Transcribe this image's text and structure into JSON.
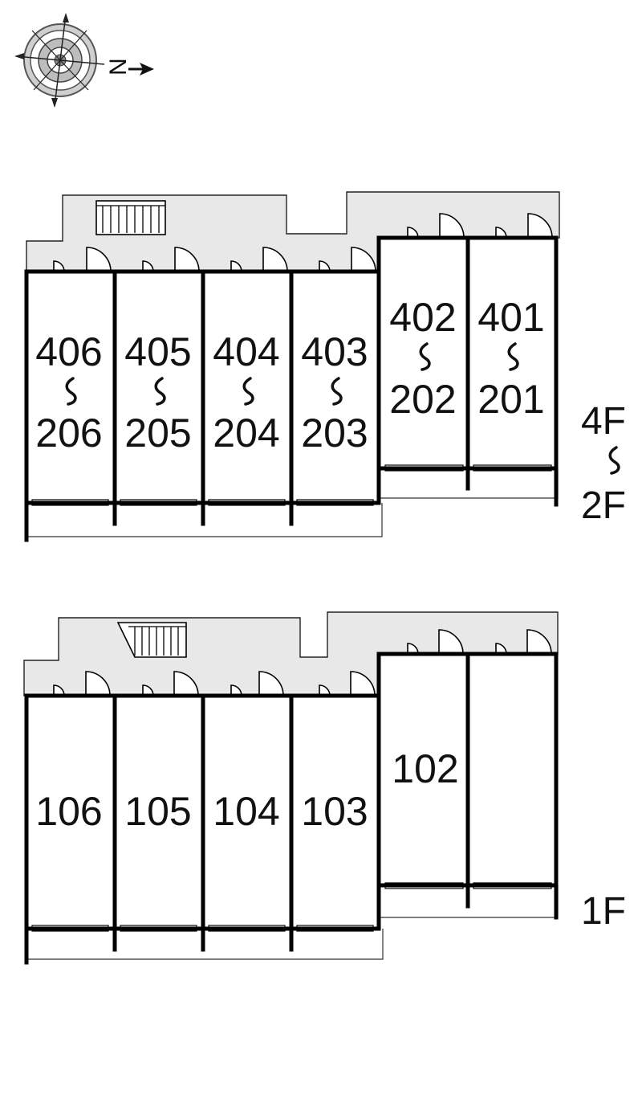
{
  "compass": {
    "letter": "N",
    "icon": "compass-rose-icon"
  },
  "upper_block": {
    "floor_label_top": "4F",
    "floor_label_bottom": "2F",
    "units": [
      {
        "top": "406",
        "bottom": "206"
      },
      {
        "top": "405",
        "bottom": "205"
      },
      {
        "top": "404",
        "bottom": "204"
      },
      {
        "top": "403",
        "bottom": "203"
      },
      {
        "top": "402",
        "bottom": "202"
      },
      {
        "top": "401",
        "bottom": "201"
      }
    ]
  },
  "ground_block": {
    "floor_label": "1F",
    "units": [
      "106",
      "105",
      "104",
      "103",
      "102",
      ""
    ]
  }
}
